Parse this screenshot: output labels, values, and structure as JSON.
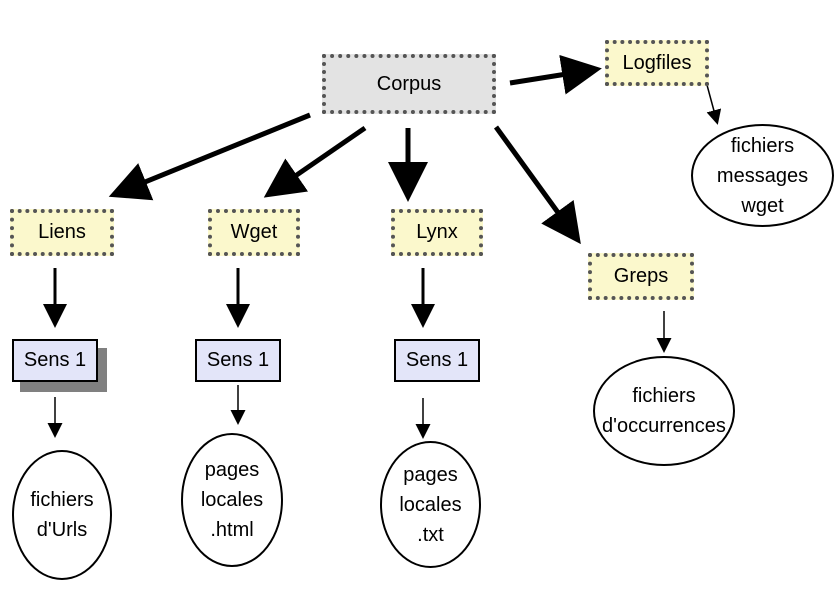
{
  "nodes": {
    "corpus": "Corpus",
    "logfiles": "Logfiles",
    "liens": "Liens",
    "wget": "Wget",
    "lynx": "Lynx",
    "greps": "Greps",
    "sens_liens": "Sens 1",
    "sens_wget": "Sens 1",
    "sens_lynx": "Sens 1"
  },
  "outputs": {
    "logfiles": [
      "fichiers",
      "messages",
      "wget"
    ],
    "liens": [
      "fichiers",
      "d'Urls"
    ],
    "wget": [
      "pages",
      "locales",
      ".html"
    ],
    "lynx": [
      "pages",
      "locales",
      ".txt"
    ],
    "greps": [
      "fichiers",
      "d'occurrences"
    ]
  },
  "colors": {
    "process_box": "#fbf8cc",
    "corpus_box": "#e3e3e3",
    "sens_box": "#e3e5f9"
  }
}
